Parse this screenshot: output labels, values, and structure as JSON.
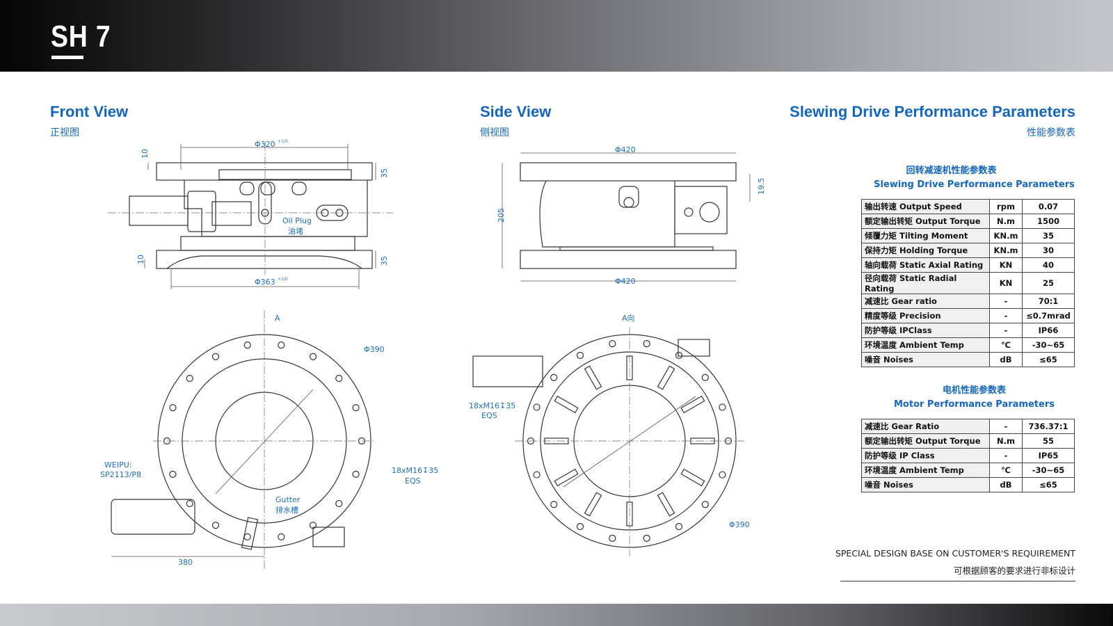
{
  "header": {
    "model": "SH 7"
  },
  "front_view": {
    "title": "Front View",
    "subtitle": "正视图",
    "dims": {
      "top_dia": "Φ320",
      "top_tol": "+1/0",
      "bottom_dia": "Φ363",
      "bottom_tol": "+1/0",
      "d10a": "10",
      "d35a": "35",
      "d10b": "10",
      "d35b": "35",
      "oil_plug_en": "Oil Plug",
      "oil_plug_cn": "油堵",
      "arrow_a": "A",
      "phi390": "Φ390",
      "bolts": "18xM16↧35",
      "eqs": "EQS",
      "weipu1": "WEIPU:",
      "weipu2": "SP2113/P8",
      "gutter_en": "Gutter",
      "gutter_cn": "排水槽",
      "length": "380"
    }
  },
  "side_view": {
    "title": "Side View",
    "subtitle": "侧视图",
    "dims": {
      "top_dia": "Φ420",
      "bottom_dia": "Φ420",
      "height": "205",
      "offset": "19.5",
      "arrow_a": "A向",
      "bolts": "18xM16↧35",
      "eqs": "EQS",
      "phi390": "Φ390"
    }
  },
  "params": {
    "title": "Slewing Drive Performance Parameters",
    "subtitle": "性能参数表",
    "slewing_table": {
      "title_cn": "回转减速机性能参数表",
      "title_en": "Slewing Drive Performance Parameters",
      "rows": [
        {
          "param": "输出转速 Output Speed",
          "unit": "rpm",
          "value": "0.07"
        },
        {
          "param": "额定输出转矩 Output Torque",
          "unit": "N.m",
          "value": "1500"
        },
        {
          "param": "倾覆力矩 Tilting Moment",
          "unit": "KN.m",
          "value": "35"
        },
        {
          "param": "保持力矩 Holding Torque",
          "unit": "KN.m",
          "value": "30"
        },
        {
          "param": "轴向载荷 Static Axial Rating",
          "unit": "KN",
          "value": "40"
        },
        {
          "param": "径向载荷 Static Radial Rating",
          "unit": "KN",
          "value": "25"
        },
        {
          "param": "减速比 Gear ratio",
          "unit": "-",
          "value": "70:1"
        },
        {
          "param": "精度等级 Precision",
          "unit": "-",
          "value": "≤0.7mrad"
        },
        {
          "param": "防护等级 IPClass",
          "unit": "-",
          "value": "IP66"
        },
        {
          "param": "环境温度 Ambient Temp",
          "unit": "℃",
          "value": "-30~65"
        },
        {
          "param": "噪音 Noises",
          "unit": "dB",
          "value": "≤65"
        }
      ]
    },
    "motor_table": {
      "title_cn": "电机性能参数表",
      "title_en": "Motor Performance Parameters",
      "rows": [
        {
          "param": "减速比 Gear Ratio",
          "unit": "-",
          "value": "736.37:1"
        },
        {
          "param": "额定输出转矩 Output Torque",
          "unit": "N.m",
          "value": "55"
        },
        {
          "param": "防护等级 IP Class",
          "unit": "-",
          "value": "IP65"
        },
        {
          "param": "环境温度 Ambient Temp",
          "unit": "℃",
          "value": "-30~65"
        },
        {
          "param": "噪音 Noises",
          "unit": "dB",
          "value": "≤65"
        }
      ]
    },
    "note_en": "SPECIAL DESIGN BASE ON CUSTOMER'S REQUIREMENT",
    "note_cn": "可根据顾客的要求进行非标设计"
  }
}
